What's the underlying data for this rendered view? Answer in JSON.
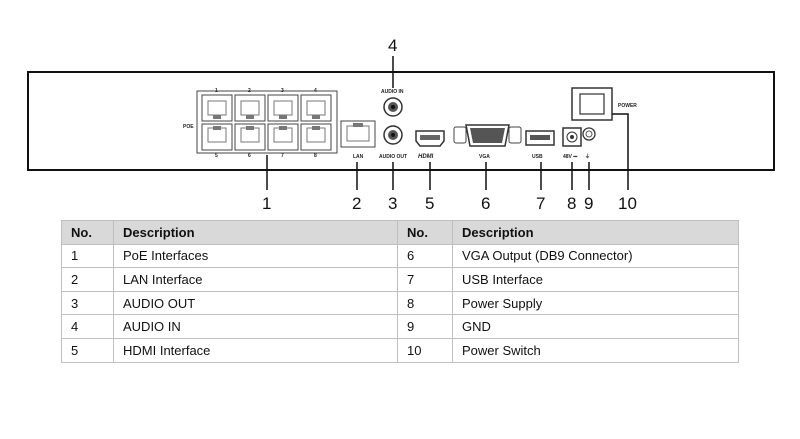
{
  "panel": {
    "labels": {
      "poe": "POE",
      "lan": "LAN",
      "audio_in": "AUDIO IN",
      "audio_out": "AUDIO OUT",
      "hdmi": "HDMI",
      "vga": "VGA",
      "usb": "USB",
      "power_input": "48V ⎓",
      "gnd": "⏚",
      "power": "POWER"
    },
    "poe_port_numbers": [
      "1",
      "2",
      "3",
      "4",
      "5",
      "6",
      "7",
      "8"
    ]
  },
  "callouts": [
    "1",
    "2",
    "3",
    "4",
    "5",
    "6",
    "7",
    "8",
    "9",
    "10"
  ],
  "table": {
    "headers": [
      "No.",
      "Description",
      "No.",
      "Description"
    ],
    "rows": [
      [
        "1",
        "PoE Interfaces",
        "6",
        "VGA Output (DB9 Connector)"
      ],
      [
        "2",
        "LAN Interface",
        "7",
        "USB Interface"
      ],
      [
        "3",
        "AUDIO OUT",
        "8",
        "Power Supply"
      ],
      [
        "4",
        "AUDIO IN",
        "9",
        "GND"
      ],
      [
        "5",
        "HDMI Interface",
        "10",
        "Power Switch"
      ]
    ]
  },
  "colors": {
    "line": "#111111",
    "header_bg": "#d9d9d9",
    "border": "#bfbfbf"
  }
}
